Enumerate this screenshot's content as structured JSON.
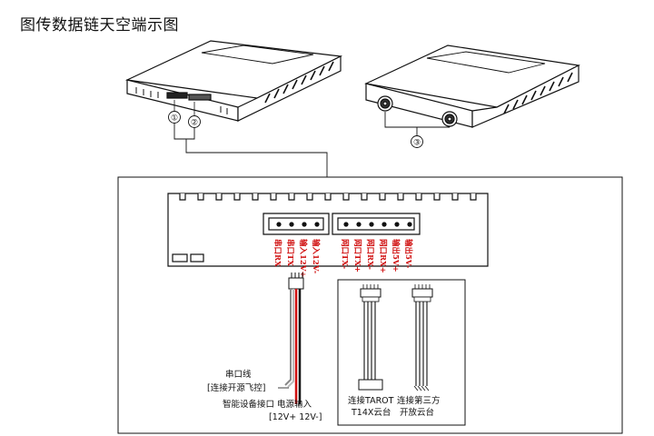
{
  "title": "图传数据链天空端示图",
  "callouts": [
    "①",
    "②",
    "③"
  ],
  "pin_labels": [
    {
      "top": "串口",
      "bottom": "RX"
    },
    {
      "top": "串口",
      "bottom": "TX"
    },
    {
      "top": "输入",
      "bottom": "12V+"
    },
    {
      "top": "输入",
      "bottom": "12V-"
    },
    {
      "top": "网口",
      "bottom": "TX-"
    },
    {
      "top": "网口",
      "bottom": "TX+"
    },
    {
      "top": "网口",
      "bottom": "RX-"
    },
    {
      "top": "网口",
      "bottom": "RX+"
    },
    {
      "top": "输出",
      "bottom": "5V+"
    },
    {
      "top": "输出",
      "bottom": "5V-"
    }
  ],
  "serial_cable": {
    "line1": "串口线",
    "line2": "[连接开源飞控]"
  },
  "power_label": {
    "line1": "智能设备接口 电源输入",
    "line2": "[12V+ 12V-]"
  },
  "tarot_cable": {
    "line1": "连接TAROT",
    "line2": "T14X云台"
  },
  "third_party_cable": {
    "line1": "连接第三方",
    "line2": "开放云台"
  }
}
